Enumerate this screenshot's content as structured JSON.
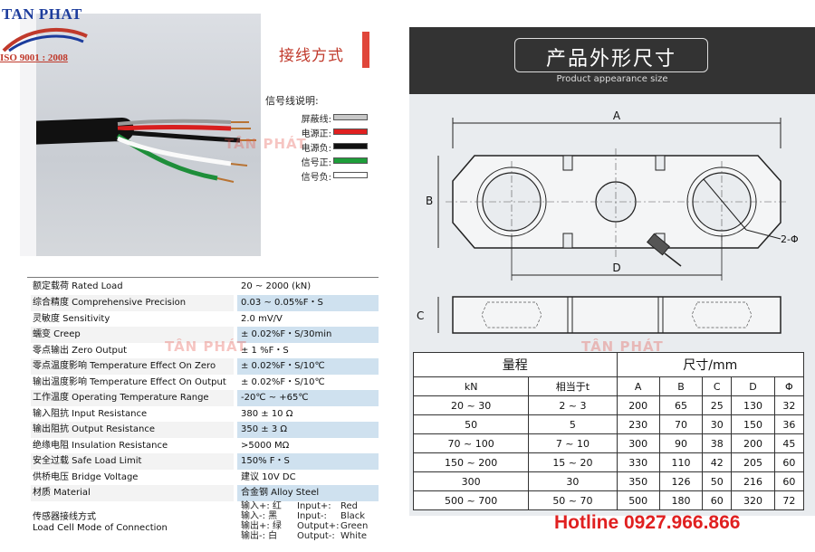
{
  "brand": {
    "name": "TAN PHAT",
    "iso": "ISO 9001 : 2008",
    "watermark": "TÂN PHÁT"
  },
  "wiring": {
    "title": "接线方式",
    "heading": "信号线说明:",
    "items": [
      {
        "label": "屏蔽线:",
        "color": "#c8c8c8"
      },
      {
        "label": "电源正:",
        "color": "#e02020"
      },
      {
        "label": "电源负:",
        "color": "#111111"
      },
      {
        "label": "信号正:",
        "color": "#1e9e3a"
      },
      {
        "label": "信号负:",
        "color": "#ffffff"
      }
    ]
  },
  "specs": [
    {
      "name": "额定载荷 Rated Load",
      "value": "20 ~ 2000 (kN)"
    },
    {
      "name": "综合精度 Comprehensive Precision",
      "value": "0.03 ~ 0.05%F・S"
    },
    {
      "name": "灵敏度 Sensitivity",
      "value": "2.0 mV/V"
    },
    {
      "name": "蠕变 Creep",
      "value": "± 0.02%F・S/30min"
    },
    {
      "name": "零点输出 Zero Output",
      "value": "± 1 %F・S"
    },
    {
      "name": "零点温度影响 Temperature Effect On Zero",
      "value": "± 0.02%F・S/10℃"
    },
    {
      "name": "输出温度影响 Temperature Effect On Output",
      "value": "± 0.02%F・S/10℃"
    },
    {
      "name": "工作温度 Operating Temperature Range",
      "value": "-20℃ ~ +65℃"
    },
    {
      "name": "输入阻抗 Input Resistance",
      "value": "380 ± 10 Ω"
    },
    {
      "name": "输出阻抗 Output Resistance",
      "value": "350 ± 3 Ω"
    },
    {
      "name": "绝缘电阻 Insulation Resistance",
      "value": ">5000 MΩ"
    },
    {
      "name": "安全过载 Safe Load Limit",
      "value": "150% F・S"
    },
    {
      "name": "供桥电压 Bridge Voltage",
      "value": "建议 10V DC"
    },
    {
      "name": "材质 Material",
      "value": "合金钢 Alloy Steel"
    }
  ],
  "connection": {
    "name_cn": "传感器接线方式",
    "name_en": "Load Cell Mode of Connection",
    "rows": [
      {
        "cn": "输入+: 红",
        "en": "Input+:",
        "color": "Red"
      },
      {
        "cn": "输入-: 黑",
        "en": "Input-:",
        "color": "Black"
      },
      {
        "cn": "输出+: 绿",
        "en": "Output+:",
        "color": "Green"
      },
      {
        "cn": "输出-: 白",
        "en": "Output-:",
        "color": "White"
      }
    ]
  },
  "dimensions": {
    "title": "产品外形尺寸",
    "subtitle": "Product appearance size",
    "labels": {
      "A": "A",
      "B": "B",
      "C": "C",
      "D": "D",
      "phi": "2-Φ"
    },
    "table": {
      "range_header": "量程",
      "size_header": "尺寸/mm",
      "sub_headers": [
        "kN",
        "相当于t",
        "A",
        "B",
        "C",
        "D",
        "Φ"
      ],
      "rows": [
        [
          "20 ~ 30",
          "2 ~ 3",
          "200",
          "65",
          "25",
          "130",
          "32"
        ],
        [
          "50",
          "5",
          "230",
          "70",
          "30",
          "150",
          "36"
        ],
        [
          "70 ~ 100",
          "7 ~ 10",
          "300",
          "90",
          "38",
          "200",
          "45"
        ],
        [
          "150 ~ 200",
          "15 ~ 20",
          "330",
          "110",
          "42",
          "205",
          "60"
        ],
        [
          "300",
          "30",
          "350",
          "126",
          "50",
          "216",
          "60"
        ],
        [
          "500 ~ 700",
          "50 ~ 70",
          "500",
          "180",
          "60",
          "320",
          "72"
        ]
      ]
    }
  },
  "hotline": "Hotline 0927.966.866"
}
